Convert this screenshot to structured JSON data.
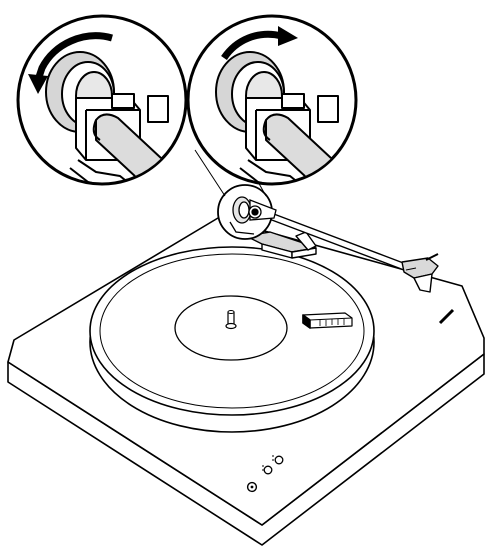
{
  "figure": {
    "subject": "turntable-tonearm-counterweight-adjustment",
    "line_color": "#000000",
    "background_color": "#ffffff",
    "tonearm_fill": "#d9d9d9",
    "counterweight_fill": "#cfcfcf"
  },
  "insets": [
    {
      "name": "detail-left",
      "rotation": "counterclockwise",
      "arrow_icon": "counterclockwise-arrow-icon"
    },
    {
      "name": "detail-right",
      "rotation": "clockwise",
      "arrow_icon": "clockwise-arrow-icon"
    }
  ],
  "turntable": {
    "buttons": [
      "button-top",
      "button-middle",
      "power-button"
    ]
  }
}
